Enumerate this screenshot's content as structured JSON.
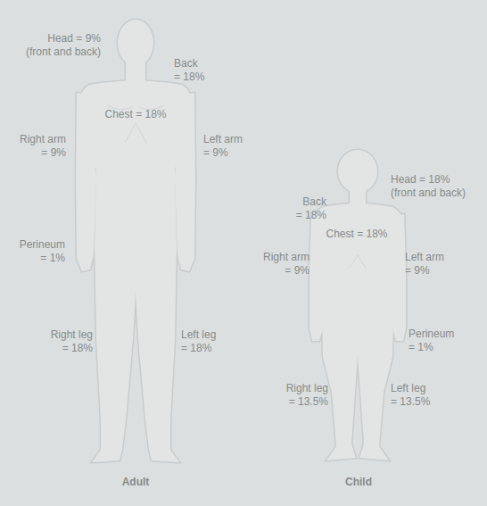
{
  "diagram": {
    "labels": [
      "Head = 9% (front and back)",
      "Back = 18%",
      "Chest = 18%",
      "Right arm = 9%",
      "Left arm = 9%",
      "Perineum = 1%",
      "Right leg = 18%",
      "Left leg = 18%",
      "Adult",
      "Back = 18%",
      "Head = 18% (front and back)",
      "Chest = 18%",
      "Right arm = 9%",
      "Left arm = 9%",
      "Perineum = 1%",
      "Right leg = 13.5%",
      "Left leg = 13.5%",
      "Child"
    ]
  }
}
